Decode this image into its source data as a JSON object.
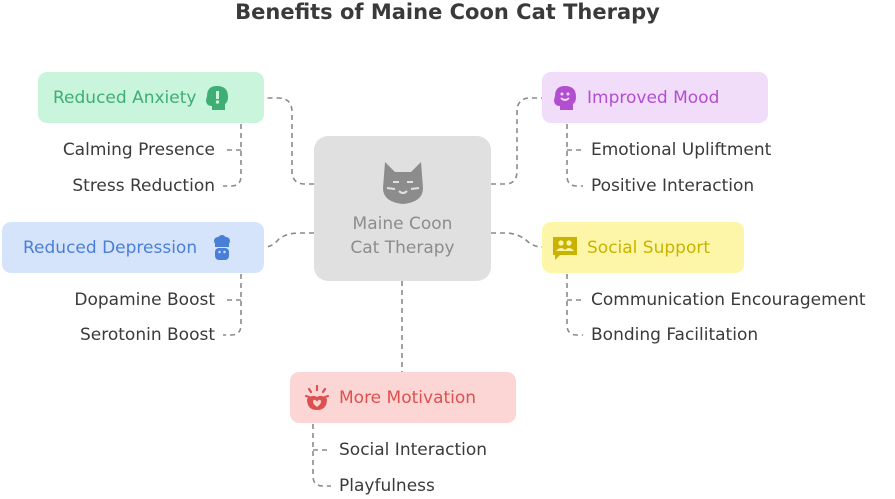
{
  "title": "Benefits of Maine Coon Cat Therapy",
  "center": {
    "line1": "Maine Coon",
    "line2": "Cat Therapy",
    "icon": "cat-icon"
  },
  "branches": {
    "anxiety": {
      "label": "Reduced Anxiety",
      "color": "#3fae74",
      "bg": "#c8f5dc",
      "icon": "anxiety-head-icon",
      "items": [
        "Calming Presence",
        "Stress Reduction"
      ]
    },
    "depression": {
      "label": "Reduced Depression",
      "color": "#4a7fd6",
      "bg": "#d6e4fb",
      "icon": "chef-person-icon",
      "items": [
        "Dopamine Boost",
        "Serotonin Boost"
      ]
    },
    "mood": {
      "label": "Improved Mood",
      "color": "#b24fd1",
      "bg": "#f1dcf9",
      "icon": "happy-head-icon",
      "items": [
        "Emotional Upliftment",
        "Positive Interaction"
      ]
    },
    "social": {
      "label": "Social Support",
      "color": "#c9b300",
      "bg": "#fdf6a8",
      "icon": "group-chat-icon",
      "items": [
        "Communication Encouragement",
        "Bonding Facilitation"
      ]
    },
    "motivation": {
      "label": "More Motivation",
      "color": "#dd5050",
      "bg": "#fbd6d4",
      "icon": "fire-heart-icon",
      "items": [
        "Social Interaction",
        "Playfulness"
      ]
    }
  }
}
